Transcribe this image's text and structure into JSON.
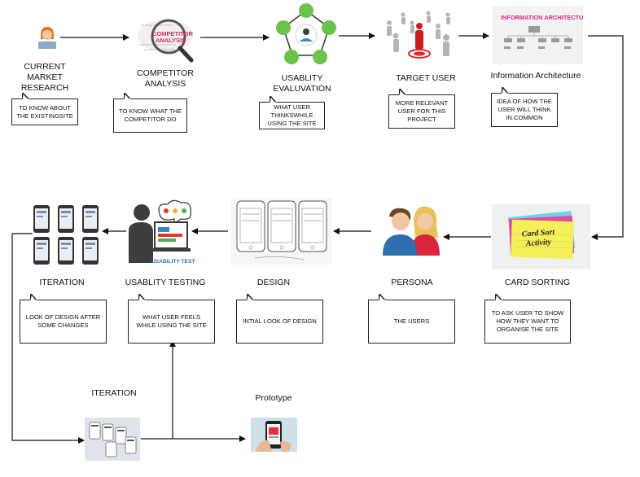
{
  "top_row": [
    {
      "title": "CURRENT MARKET RESEARCH",
      "note": "TO KNOW ABOUT THE EXISTINGSITE",
      "icon": "person-laptop-icon"
    },
    {
      "title": "COMPETITOR ANALYSIS",
      "note": "TO KNOW WHAT THE COMPETITOR DO",
      "icon": "magnifier-wordcloud-icon",
      "image_text": "COMPETITOR ANALYSIS"
    },
    {
      "title": "USABLITY EVALUVATION",
      "note": "WHAT USER THINKSWHILE USING THE SITE",
      "icon": "evaluation-cycle-icon"
    },
    {
      "title": "TARGET USER",
      "note": "MORE RELEVANT USER FOR THIS PROJECT",
      "icon": "target-user-icon"
    },
    {
      "title": "Information Architecture",
      "note": "IDEA OF HOW THE USER WILL THINK IN COMMON",
      "icon": "sitemap-icon",
      "image_text": "INFORMATION ARCHITECTURE"
    }
  ],
  "bottom_row": [
    {
      "title": "CARD SORTING",
      "note": "TO ASK USER TO SHOW HOW THEY WANT TO ORGANISE THE SITE",
      "icon": "card-sort-icon",
      "image_text": "Card Sort Activity"
    },
    {
      "title": "PERSONA",
      "note": "THE USERS",
      "icon": "persona-icon"
    },
    {
      "title": "DESIGN",
      "note": "INTIAL LOOK OF DESIGN",
      "icon": "wireframe-phones-icon"
    },
    {
      "title": "USABLITY TESTING",
      "note": "WHAT USER FEELS WHILE USING THE SITE",
      "icon": "usability-testing-icon",
      "image_text": "USABILITY TESTING"
    },
    {
      "title": "ITERATION",
      "note": "LOOK OF DESIGN AFTER SOME CHANGES",
      "icon": "phone-grid-icon"
    }
  ],
  "loop": {
    "iteration_title": "ITERATION",
    "prototype_title": "Prototype"
  }
}
